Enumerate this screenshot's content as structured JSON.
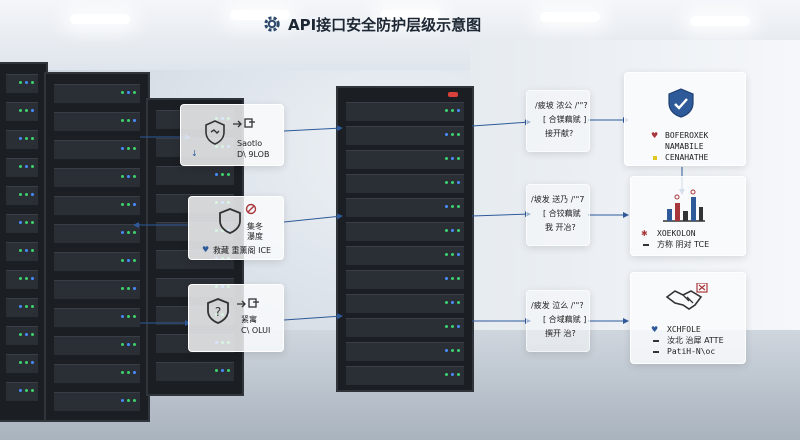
{
  "title": "API接口安全防护层级示意图",
  "left_panels": [
    {
      "line1": "Saotlo",
      "line2": "D\\ 9LOB"
    },
    {
      "line1": "集冬",
      "line2": "瀑度",
      "line3": "救藏 重薰阁 ICE"
    },
    {
      "line1": "紧寓",
      "line2": "C\\ OLUI"
    }
  ],
  "middle_panels": [
    {
      "line1": "/疲坡 浓公 /'\"?",
      "line2": "[ 合镁藕赋 ]",
      "line3": "接开献?"
    },
    {
      "line1": "/坡发 送乃 /'\"7",
      "line2": "[ 合铰藕赋",
      "line3": "我 开冶?"
    },
    {
      "line1": "/疲发 泣么 /'\"?",
      "line2": "[ 合域藕赋 ]",
      "line3": "撰开 治?"
    }
  ],
  "right_panels": [
    {
      "line1": "BOFEROXEK",
      "line2": "NAMABILE",
      "line3": "CENAHATHE"
    },
    {
      "line1": "XOEKOLON",
      "line2": "方称 阴对 TCE"
    },
    {
      "line1": "XCHFOLE",
      "line2": "汝北 治犀 ATTE",
      "line3": "PatiH-N\\oc"
    }
  ],
  "colors": {
    "accent": "#2e5a9a",
    "marker": "#e3c81f",
    "alert": "#a8373b"
  }
}
